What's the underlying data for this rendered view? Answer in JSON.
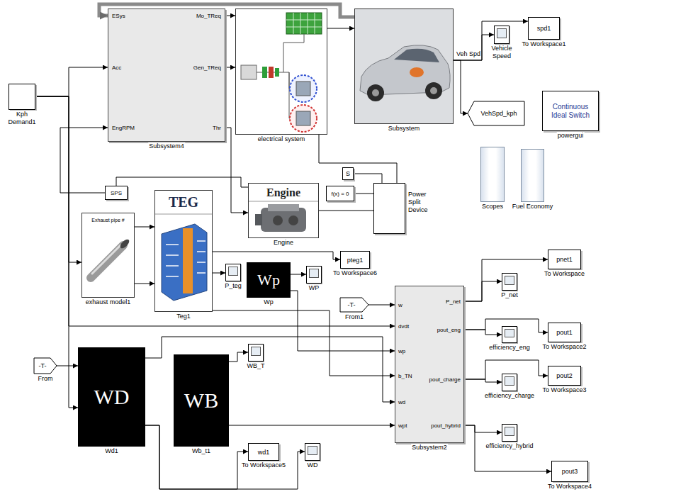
{
  "diagram": {
    "nodes": [
      {
        "text": [
          "Kph Demand1"
        ]
      },
      {
        "text": [
          "ESys",
          "Acc",
          "EngRPM",
          "Mo_TReq",
          "Gen_TReq",
          "Thr",
          "Subsystem4"
        ]
      },
      {
        "text": [
          "electrical system"
        ]
      },
      {
        "text": [
          "Subsystem"
        ]
      },
      {
        "text": [
          "Vehicle Speed"
        ]
      },
      {
        "text": [
          "spd1",
          "To Workspace1"
        ]
      },
      {
        "text": [
          "VehSpd_kph"
        ]
      },
      {
        "text": [
          "Continuous Ideal Switch",
          "powergui"
        ]
      },
      {
        "text": [
          "Scopes"
        ]
      },
      {
        "text": [
          "Fuel Economy"
        ]
      },
      {
        "text": [
          "S"
        ]
      },
      {
        "text": [
          "f(x) = 0"
        ]
      },
      {
        "text": [
          "Power Split Device"
        ]
      },
      {
        "text": [
          "SPS"
        ]
      },
      {
        "text": [
          "TEG",
          "Teg1"
        ]
      },
      {
        "text": [
          "Engine",
          "Engine"
        ]
      },
      {
        "text": [
          "Exhaust pipe #",
          "exhaust model1"
        ]
      },
      {
        "text": [
          "P_teg"
        ]
      },
      {
        "text": [
          "Wp",
          "Wp"
        ]
      },
      {
        "text": [
          "WP"
        ]
      },
      {
        "text": [
          "pteg1",
          "To Workspace6"
        ]
      },
      {
        "text": [
          "-T-",
          "From1"
        ]
      },
      {
        "text": [
          "w",
          "dvdt",
          "wp",
          "b_TN",
          "wd",
          "wpt",
          "P_net",
          "pout_eng",
          "pout_charge",
          "pout_hybrid",
          "Subsystem2"
        ]
      },
      {
        "text": [
          "P_net"
        ]
      },
      {
        "text": [
          "efficiency_eng"
        ]
      },
      {
        "text": [
          "efficiency_charge"
        ]
      },
      {
        "text": [
          "efficiency_hybrid"
        ]
      },
      {
        "text": [
          "pnet1",
          "To Workspace"
        ]
      },
      {
        "text": [
          "pout1",
          "To Workspace2"
        ]
      },
      {
        "text": [
          "pout2",
          "To Workspace3"
        ]
      },
      {
        "text": [
          "pout3",
          "To Workspace4"
        ]
      },
      {
        "text": [
          "-T-",
          "From"
        ]
      },
      {
        "text": [
          "WD",
          "Wd1"
        ]
      },
      {
        "text": [
          "WB",
          "Wb_t1"
        ]
      },
      {
        "text": [
          "WB_T"
        ]
      },
      {
        "text": [
          "wd1",
          "To Workspace5"
        ]
      },
      {
        "text": [
          "WD"
        ]
      }
    ],
    "edges": [
      {
        "from": 0,
        "to": 1,
        "arrow": "to"
      },
      {
        "from": 0,
        "to": 16,
        "arrow": "to"
      },
      {
        "from": 0,
        "to": 22,
        "arrow": "to"
      },
      {
        "from": 0,
        "to": 32,
        "arrow": "to"
      },
      {
        "from": 13,
        "to": 1,
        "arrow": "to"
      },
      {
        "from": 3,
        "to": 1,
        "arrow": "to"
      },
      {
        "from": 1,
        "to": 2,
        "arrow": "to"
      },
      {
        "from": 1,
        "to": 2,
        "arrow": "to"
      },
      {
        "from": 1,
        "to": 15,
        "arrow": "to"
      },
      {
        "from": 2,
        "to": 3,
        "arrow": "to"
      },
      {
        "from": 3,
        "to": 4,
        "arrow": "to"
      },
      {
        "from": 3,
        "to": 5,
        "arrow": "to"
      },
      {
        "from": 3,
        "to": 6,
        "arrow": "to"
      },
      {
        "from": 2,
        "to": 12,
        "arrow": "none"
      },
      {
        "from": 12,
        "to": 10,
        "arrow": "none"
      },
      {
        "from": 11,
        "to": 12,
        "arrow": "none"
      },
      {
        "from": 15,
        "to": 12,
        "arrow": "none"
      },
      {
        "from": 15,
        "to": 13,
        "arrow": "none"
      },
      {
        "from": 16,
        "to": 14,
        "arrow": "to"
      },
      {
        "from": 16,
        "to": 14,
        "arrow": "to"
      },
      {
        "from": 14,
        "to": 17,
        "arrow": "to"
      },
      {
        "from": 14,
        "to": 20,
        "arrow": "to"
      },
      {
        "from": 14,
        "to": 22,
        "arrow": "to"
      },
      {
        "from": 18,
        "to": 19,
        "arrow": "to"
      },
      {
        "from": 18,
        "to": 22,
        "arrow": "to"
      },
      {
        "from": 21,
        "to": 22,
        "arrow": "to"
      },
      {
        "from": 31,
        "to": 32,
        "arrow": "to"
      },
      {
        "from": 32,
        "to": 22,
        "arrow": "to"
      },
      {
        "from": 32,
        "to": 35,
        "arrow": "to"
      },
      {
        "from": 32,
        "to": 36,
        "arrow": "to"
      },
      {
        "from": 33,
        "to": 34,
        "arrow": "to"
      },
      {
        "from": 33,
        "to": 22,
        "arrow": "to"
      },
      {
        "from": 22,
        "to": 23,
        "arrow": "to"
      },
      {
        "from": 22,
        "to": 27,
        "arrow": "to"
      },
      {
        "from": 22,
        "to": 24,
        "arrow": "to"
      },
      {
        "from": 22,
        "to": 28,
        "arrow": "to"
      },
      {
        "from": 22,
        "to": 25,
        "arrow": "to"
      },
      {
        "from": 22,
        "to": 29,
        "arrow": "to"
      },
      {
        "from": 22,
        "to": 26,
        "arrow": "to"
      },
      {
        "from": 22,
        "to": 30,
        "arrow": "to"
      }
    ],
    "labels": [
      "Veh Spd"
    ]
  }
}
